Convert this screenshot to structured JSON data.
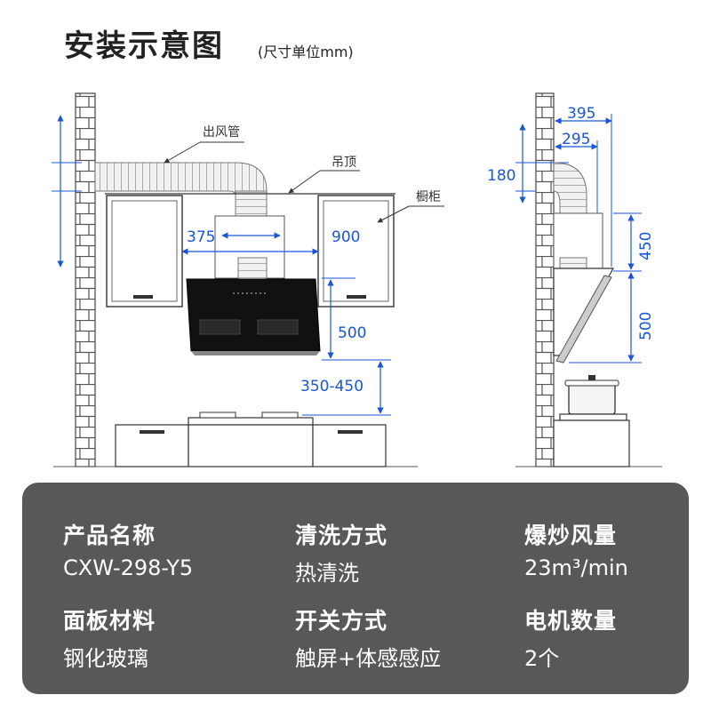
{
  "header": {
    "title": "安装示意图",
    "unit_note": "(尺寸单位mm)"
  },
  "diagram": {
    "label_duct": "出风管",
    "label_ceiling": "吊顶",
    "label_cabinet": "橱柜",
    "front": {
      "dim_width": "375",
      "dim_cabinet_gap": "900",
      "dim_hood_height": "500",
      "dim_install_height": "350-450"
    },
    "side": {
      "dim_depth_outer": "395",
      "dim_depth_inner": "295",
      "dim_duct_offset": "180",
      "dim_upper_height": "450",
      "dim_lower_height": "500"
    },
    "colors": {
      "dimension_blue": "#1a56d6",
      "panel_gray": "#585858",
      "line": "#333333"
    }
  },
  "specs": [
    {
      "label": "产品名称",
      "value": "CXW-298-Y5"
    },
    {
      "label": "清洗方式",
      "value": "热清洗"
    },
    {
      "label": "爆炒风量",
      "value": "23m³/min"
    },
    {
      "label": "面板材料",
      "value": "钢化玻璃"
    },
    {
      "label": "开关方式",
      "value": "触屏+体感感应"
    },
    {
      "label": "电机数量",
      "value": "2个"
    }
  ]
}
